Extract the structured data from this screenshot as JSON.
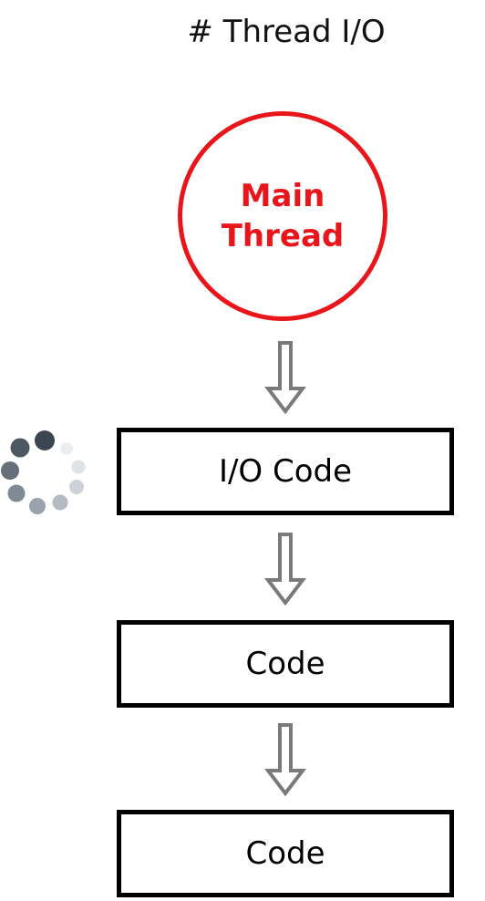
{
  "diagram": {
    "title": "# Thread I/O",
    "start_node": {
      "lines": [
        "Main",
        "Thread"
      ],
      "color": "#e8161b"
    },
    "steps": [
      {
        "label": "I/O Code",
        "loading": true
      },
      {
        "label": "Code",
        "loading": false
      },
      {
        "label": "Code",
        "loading": false
      }
    ],
    "connector": "hollow-down-arrow",
    "loading_indicator": "spinner-icon"
  }
}
